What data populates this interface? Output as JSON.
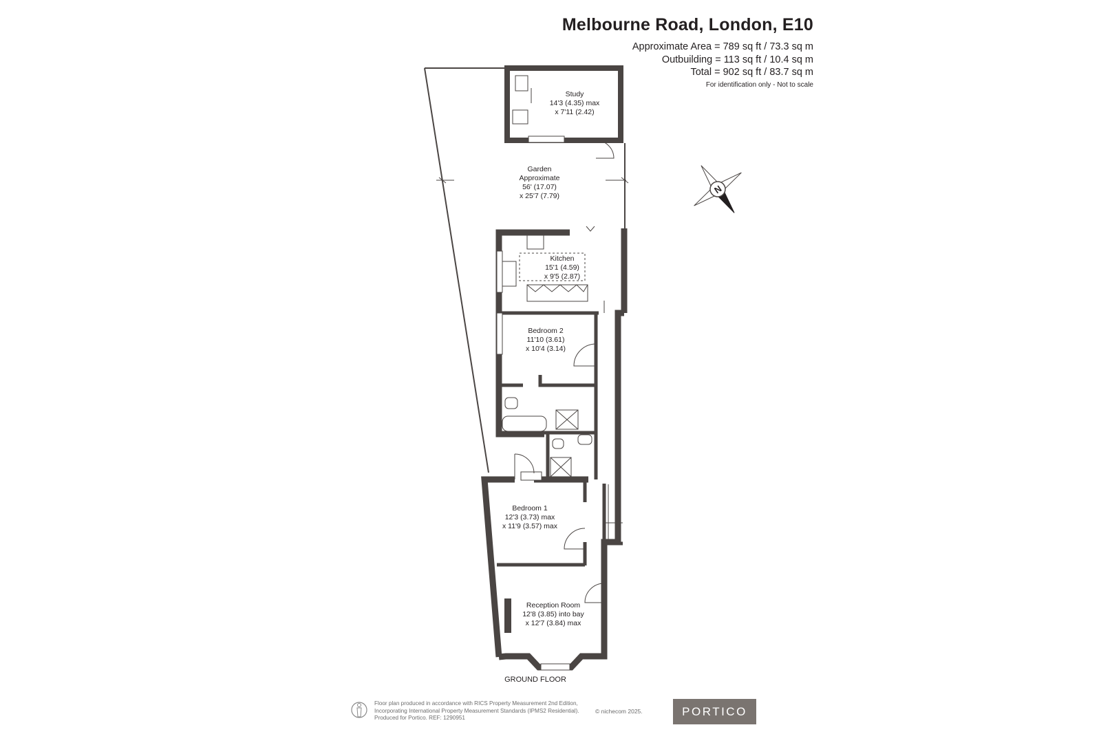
{
  "header": {
    "title": "Melbourne Road, London, E10",
    "areas": [
      "Approximate Area = 789 sq ft / 73.3 sq m",
      "Outbuilding = 113 sq ft / 10.4 sq m",
      "Total = 902 sq ft / 83.7 sq m"
    ],
    "note": "For identification only - Not to scale"
  },
  "rooms": {
    "study": [
      "Study",
      "14'3 (4.35) max",
      "x 7'11 (2.42)"
    ],
    "garden": [
      "Garden",
      "Approximate",
      "56' (17.07)",
      "x 25'7 (7.79)"
    ],
    "kitchen": [
      "Kitchen",
      "15'1 (4.59)",
      "x 9'5 (2.87)"
    ],
    "bedroom2": [
      "Bedroom  2",
      "11'10 (3.61)",
      "x 10'4 (3.14)"
    ],
    "bedroom1": [
      "Bedroom 1",
      "12'3 (3.73) max",
      "x 11'9 (3.57) max"
    ],
    "reception": [
      "Reception Room",
      "12'8 (3.85) into bay",
      "x 12'7 (3.84) max"
    ]
  },
  "floor_label": "GROUND FLOOR",
  "compass": {
    "letter": "N",
    "icon": "north-compass-icon"
  },
  "footer": {
    "lines": [
      "Floor plan produced in accordance with RICS Property Measurement 2nd Edition,",
      "Incorporating International Property Measurement Standards (IPMS2 Residential).",
      "Produced for Portico.   REF: 1290951"
    ],
    "credit": "© nichecom 2025.",
    "icon": "person-icon"
  },
  "brand": {
    "logo_text": "PORTICO",
    "logo_color": "#7a7470",
    "wall_color": "#4a4543"
  }
}
